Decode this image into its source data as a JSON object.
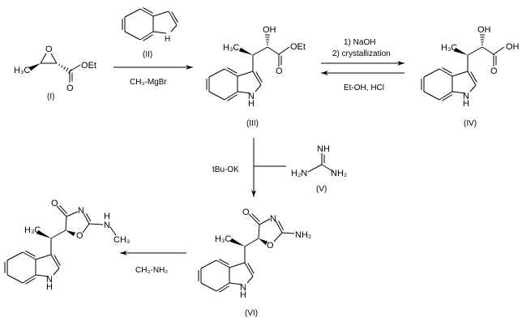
{
  "compounds": {
    "I": {
      "label": "(I)",
      "methyl": "H₃C",
      "epoxide_o": "O",
      "carbonyl_o": "O",
      "ester": "OEt"
    },
    "II": {
      "label": "(II)",
      "nh": "H"
    },
    "III": {
      "label": "(III)",
      "methyl": "H₃C",
      "oh": "OH",
      "carbonyl_o": "O",
      "ester": "OEt",
      "n": "N",
      "nh": "H"
    },
    "IV": {
      "label": "(IV)",
      "methyl": "H₃C",
      "oh": "OH",
      "carbonyl_o": "O",
      "acid": "OH",
      "n": "N",
      "nh": "H"
    },
    "V": {
      "label": "(V)",
      "imine": "NH",
      "amine_left": "H₂N",
      "amine_right": "NH₂"
    },
    "VI": {
      "label": "(VI)",
      "methyl": "H₃C",
      "carbonyl_o": "O",
      "ring_n": "N",
      "ring_o": "O",
      "amine": "NH₂",
      "n": "N",
      "nh": "H"
    },
    "VII": {
      "methyl": "H₃C",
      "carbonyl_o": "O",
      "ring_n": "N",
      "ring_o": "O",
      "nh_n": "N",
      "nh_h": "H",
      "n_methyl": "CH₃",
      "n": "N",
      "nh": "H"
    }
  },
  "reagents": {
    "step1": "CH₃-MgBr",
    "step2_line1": "1) NaOH",
    "step2_line2": "2) crystallization",
    "step2_reverse": "Et-OH, HCl",
    "step3": "tBu-OK",
    "step4": "CH₃-NH₂"
  }
}
